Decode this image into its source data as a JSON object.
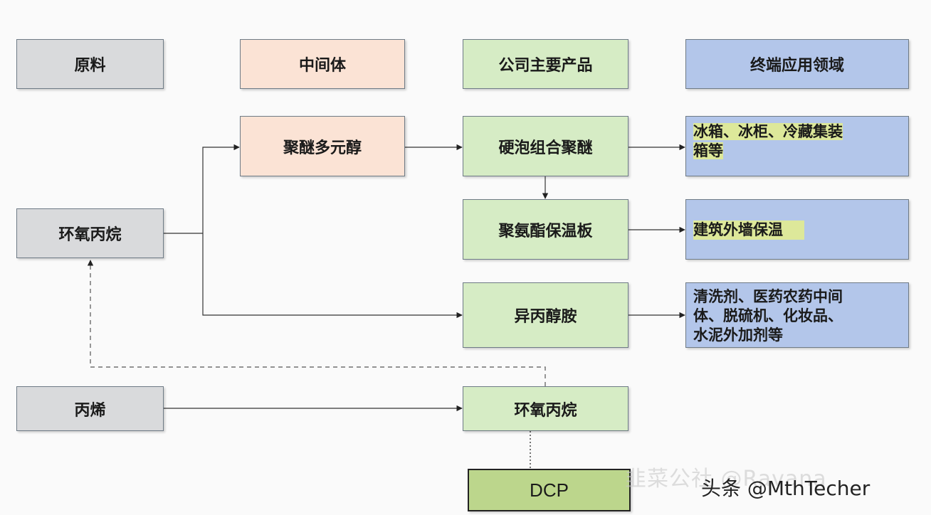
{
  "headers": {
    "raw": "原料",
    "intermediate": "中间体",
    "products": "公司主要产品",
    "applications": "终端应用领域"
  },
  "nodes": {
    "polyether_polyol": "聚醚多元醇",
    "propylene_oxide_left": "环氧丙烷",
    "propylene": "丙烯",
    "rigid_foam_polyether": "硬泡组合聚醚",
    "pu_insulation_board": "聚氨酯保温板",
    "isopropanolamine": "异丙醇胺",
    "propylene_oxide_product": "环氧丙烷",
    "dcp": "DCP"
  },
  "applications": {
    "app1_line1": "冰箱、冰柜、冷藏集装",
    "app1_line2": "箱等",
    "app2": "建筑外墙保温",
    "app3_line1": "清洗剂、医药农药中间",
    "app3_line2": "体、脱硫机、化妆品、",
    "app3_line3": "水泥外加剂等"
  },
  "watermarks": {
    "wm1_text": "韭菜公社",
    "wm1_handle": " @Ravana",
    "wm2": "头条 @MthTecher"
  },
  "colors": {
    "grey": "#d9dadc",
    "peach": "#fbe3d5",
    "green": "#d6ecc5",
    "blue": "#b3c6ea",
    "dcp_green": "#bcd68c",
    "highlight": "#dde89a"
  }
}
